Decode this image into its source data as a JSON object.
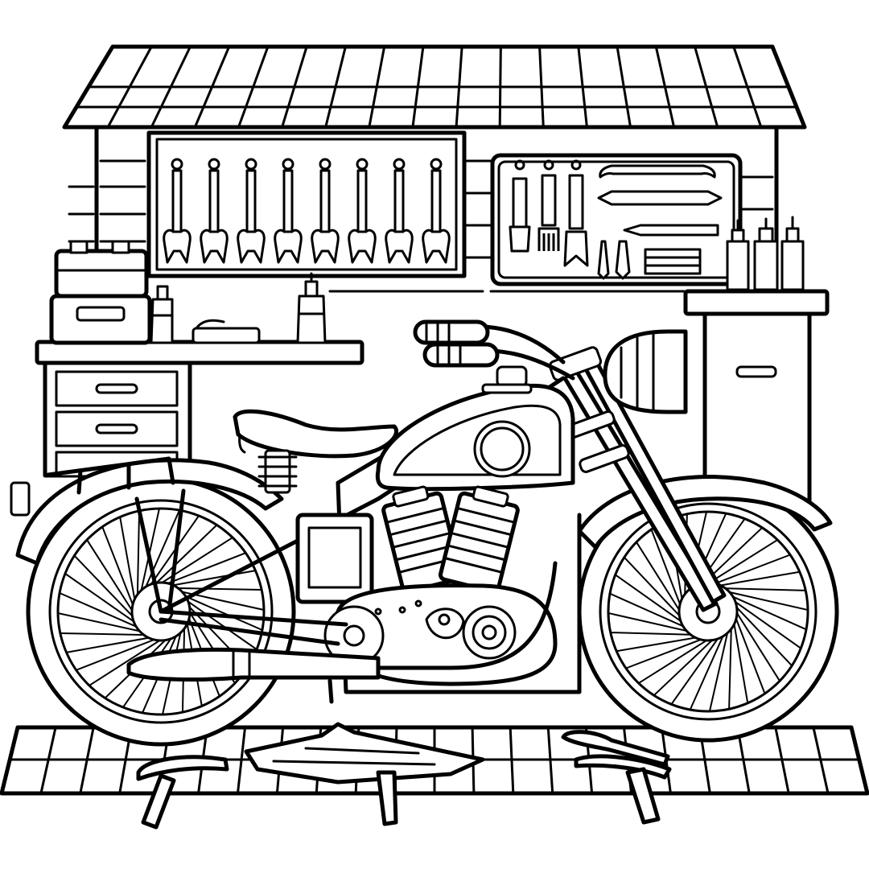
{
  "scene": {
    "subject": "vintage-motorcycle-in-garage",
    "style": "black-and-white line art",
    "colors": {
      "ink": "#000000",
      "paper": "#ffffff"
    },
    "counts": {
      "wrenches_on_left_board": 8,
      "bottles_on_right_cabinet": 3,
      "drawers_left_bench": 3,
      "roof_panels": 17
    }
  }
}
